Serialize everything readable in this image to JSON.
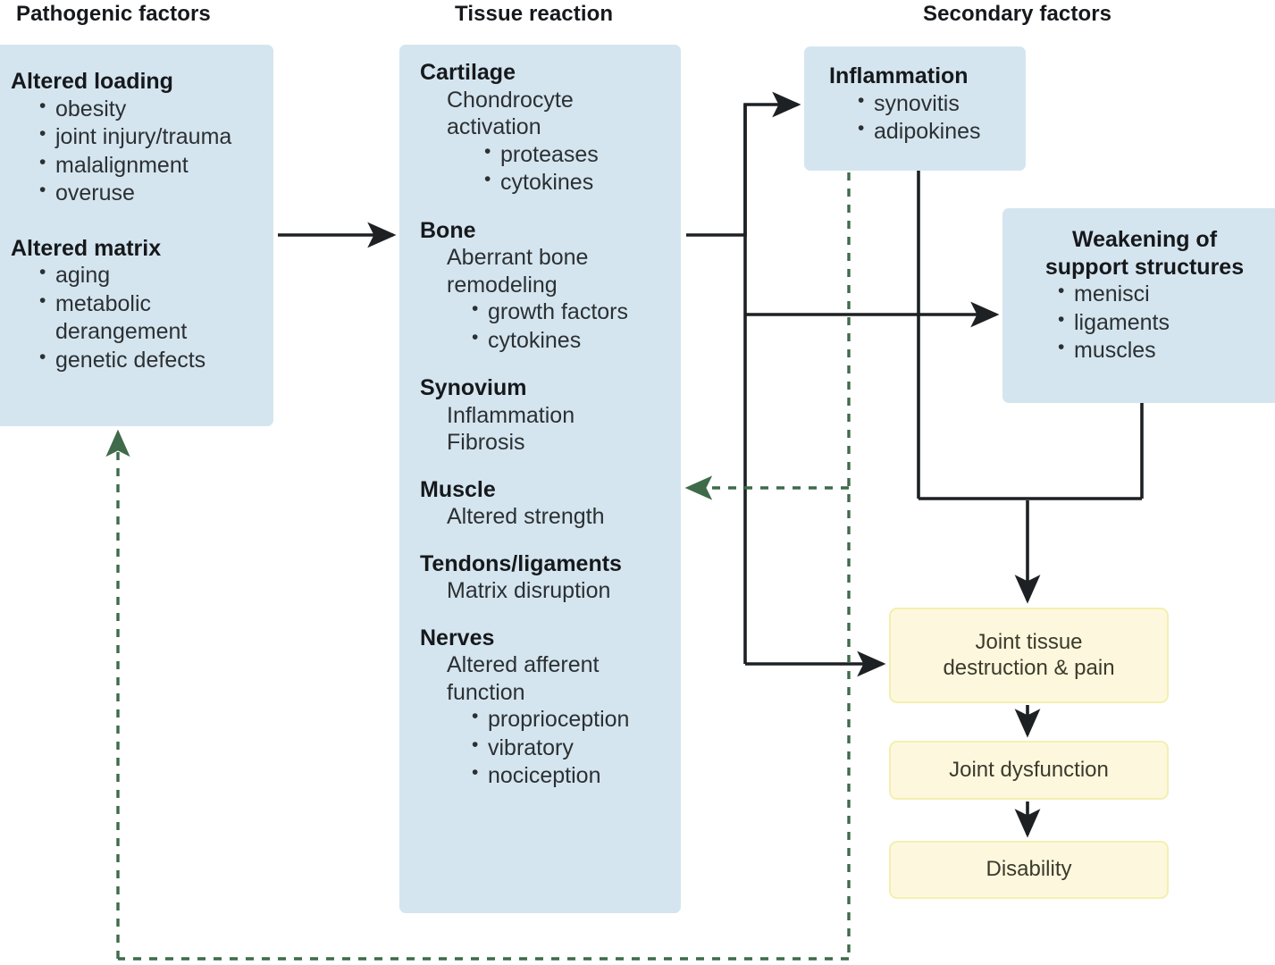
{
  "columns": {
    "pathogenic": "Pathogenic factors",
    "tissue": "Tissue reaction",
    "secondary": "Secondary factors"
  },
  "colors": {
    "box_blue": "#d5e5ef",
    "box_yellow": "#fdf8dd",
    "box_yellow_border": "#f4efb0",
    "arrow_black": "#1d2124",
    "feedback_green": "#3f6b4a",
    "text": "#1d2124"
  },
  "pathogenic_factors": {
    "groups": [
      {
        "heading": "Altered loading",
        "bullets": [
          "obesity",
          "joint injury/trauma",
          "malalignment",
          "overuse"
        ]
      },
      {
        "heading": "Altered matrix",
        "bullets": [
          "aging",
          "metabolic derangement",
          "genetic defects"
        ]
      }
    ]
  },
  "tissue_reaction": {
    "groups": [
      {
        "heading": "Cartilage",
        "sub": "Chondrocyte activation",
        "bullets": [
          "proteases",
          "cytokines"
        ]
      },
      {
        "heading": "Bone",
        "sub": "Aberrant bone remodeling",
        "bullets": [
          "growth factors",
          "cytokines"
        ]
      },
      {
        "heading": "Synovium",
        "sub": "Inflammation\nFibrosis",
        "bullets": []
      },
      {
        "heading": "Muscle",
        "sub": "Altered strength",
        "bullets": []
      },
      {
        "heading": "Tendons/ligaments",
        "sub": "Matrix disruption",
        "bullets": []
      },
      {
        "heading": "Nerves",
        "sub": "Altered afferent function",
        "bullets": [
          "proprioception",
          "vibratory",
          "nociception"
        ]
      }
    ]
  },
  "secondary_factors": {
    "inflammation": {
      "heading": "Inflammation",
      "bullets": [
        "synovitis",
        "adipokines"
      ]
    },
    "weakening": {
      "heading_line1": "Weakening of",
      "heading_line2": "support structures",
      "bullets": [
        "menisci",
        "ligaments",
        "muscles"
      ]
    }
  },
  "outcomes": [
    {
      "line1": "Joint tissue",
      "line2": "destruction & pain"
    },
    {
      "line1": "Joint dysfunction",
      "line2": ""
    },
    {
      "line1": "Disability",
      "line2": ""
    }
  ]
}
